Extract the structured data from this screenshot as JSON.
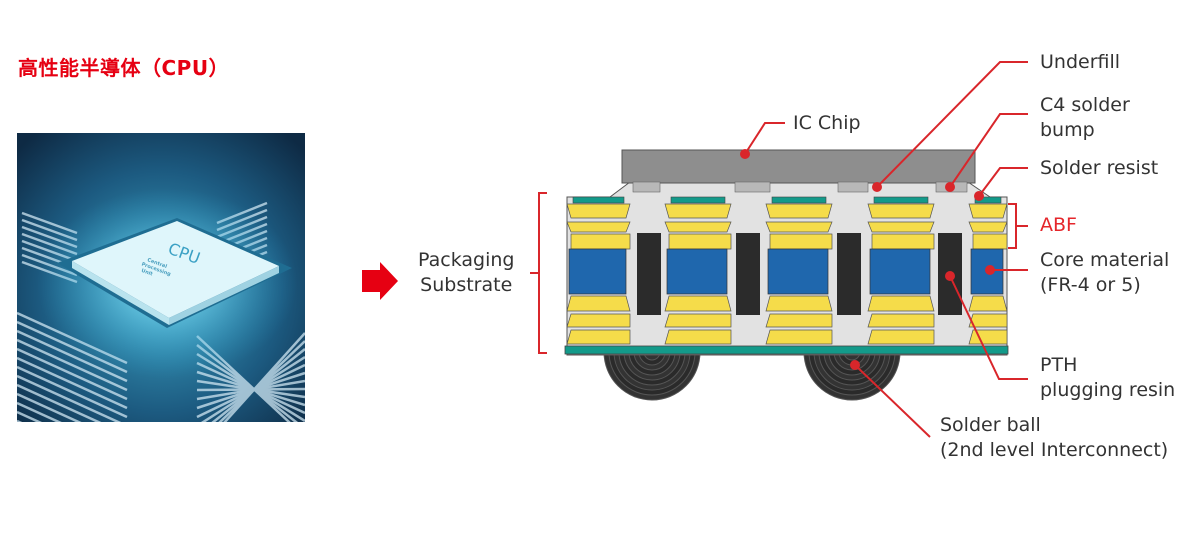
{
  "title": "高性能半導体（CPU）",
  "photo": {
    "chip_text": "CPU",
    "chip_subtext": [
      "Central",
      "Processing",
      "Unit"
    ]
  },
  "labels": {
    "packaging_substrate": [
      "Packaging",
      "Substrate"
    ],
    "ic_chip": "IC Chip",
    "underfill": "Underfill",
    "c4_solder_bump": [
      "C4 solder",
      "bump"
    ],
    "solder_resist": "Solder resist",
    "abf": "ABF",
    "core_material": [
      "Core material",
      "(FR-4 or 5)"
    ],
    "pth_plugging_resin": [
      "PTH",
      "plugging resin"
    ],
    "solder_ball": [
      "Solder ball",
      "(2nd level Interconnect)"
    ]
  },
  "colors": {
    "accent": "#e60012",
    "leader": "#d9262b",
    "abf": "#f5dc4a",
    "core": "#1f67ad",
    "solder_resist": "#139a8a",
    "pth": "#2b2b2b",
    "chip": "#8a8a8a"
  }
}
